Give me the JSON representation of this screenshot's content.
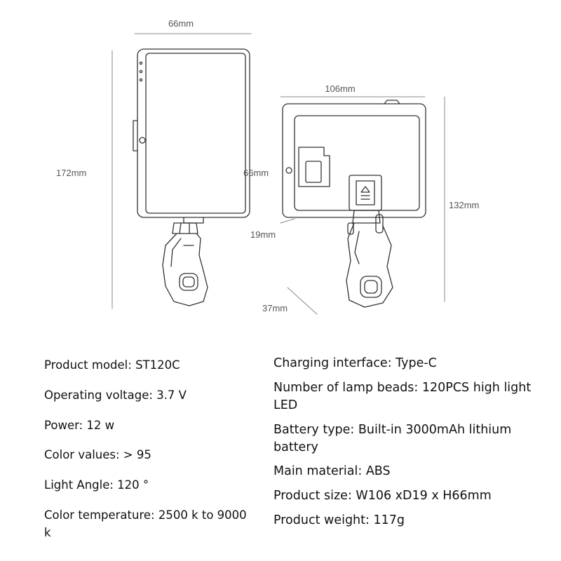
{
  "dimensions": {
    "front_width": "66mm",
    "front_height": "172mm",
    "side_width": "106mm",
    "side_inner_height": "66mm",
    "side_total_height": "132mm",
    "depth": "19mm",
    "clip_depth": "37mm"
  },
  "specs_left": [
    "Product model: ST120C",
    "Operating voltage: 3.7 V",
    "Power: 12 w",
    "Color values: > 95",
    "Light Angle: 120 °",
    "Color temperature: 2500 k to 9000 k"
  ],
  "specs_right": [
    "Charging interface: Type-C",
    "Number of lamp beads: 120PCS high light LED",
    "Battery type: Built-in 3000mAh lithium battery",
    "Main material: ABS",
    "Product size: W106 xD19 x H66mm",
    "Product weight: 117g"
  ]
}
